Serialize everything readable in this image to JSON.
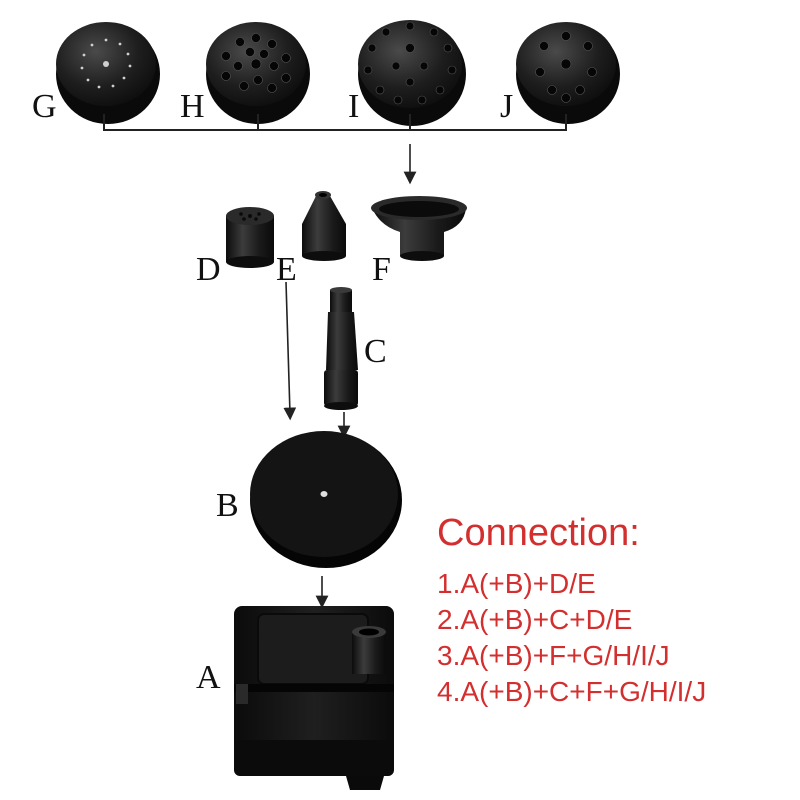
{
  "parts": {
    "A": "A",
    "B": "B",
    "C": "C",
    "D": "D",
    "E": "E",
    "F": "F",
    "G": "G",
    "H": "H",
    "I": "I",
    "J": "J"
  },
  "connection": {
    "title": "Connection:",
    "options": [
      "1.A(+B)+D/E",
      "2.A(+B)+C+D/E",
      "3.A(+B)+F+G/H/I/J",
      "4.A(+B)+C+F+G/H/I/J"
    ]
  },
  "colors": {
    "part_fill": "#141414",
    "part_highlight": "#3a3a3a",
    "text_red": "#d32f2f",
    "line": "#222222"
  }
}
